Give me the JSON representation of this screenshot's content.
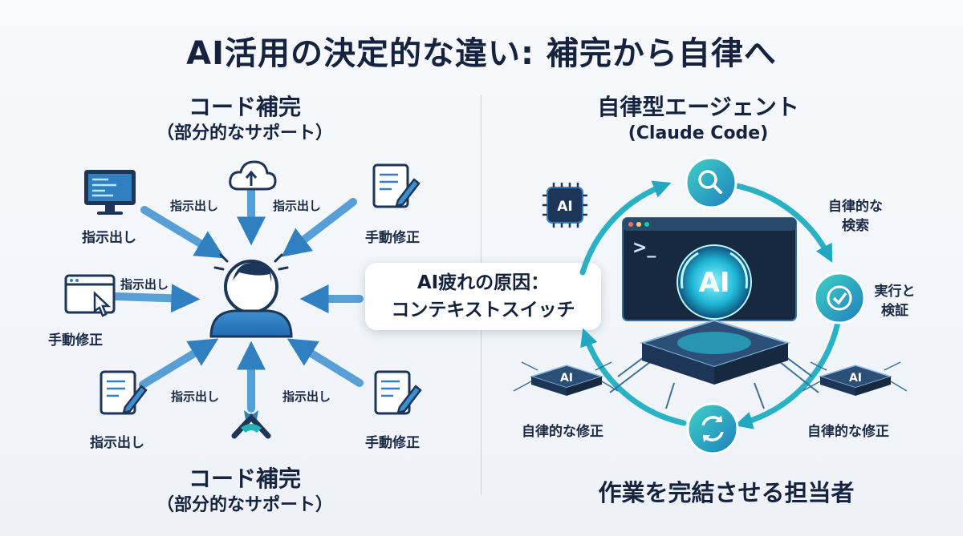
{
  "title": "AI活用の決定的な違い: 補完から自律へ",
  "left": {
    "top_heading": "コード補完",
    "top_subheading": "（部分的なサポート）",
    "bottom_heading": "コード補完",
    "bottom_subheading": "（部分的なサポート）",
    "icon_labels": {
      "top_left": "指示出し",
      "top_right": "手動修正",
      "mid_left": "手動修正",
      "bottom_left": "指示出し",
      "bottom_right": "手動修正"
    },
    "arrow_labels": {
      "a1": "指示出し",
      "a2": "指示出し",
      "a3": "指示出し",
      "a4": "指示出し",
      "a5": "指示出し"
    }
  },
  "callout": {
    "line1": "AI疲れの原因：",
    "line2": "コンテキストスイッチ"
  },
  "right": {
    "heading": "自律型エージェント",
    "subheading": "(Claude Code)",
    "cycle_labels": {
      "search_line1": "自律的な",
      "search_line2": "検索",
      "verify_line1": "実行と",
      "verify_line2": "検証",
      "fix_left": "自律的な修正",
      "fix_right": "自律的な修正"
    },
    "chip_text": "AI",
    "terminal_prompt": ">_",
    "bottom_caption": "作業を完結させる担当者"
  },
  "colors": {
    "accent_blue": "#2f7fc1",
    "teal": "#21b3b8",
    "dark_navy": "#15233f",
    "circuit_dark": "#1f3a5a"
  }
}
